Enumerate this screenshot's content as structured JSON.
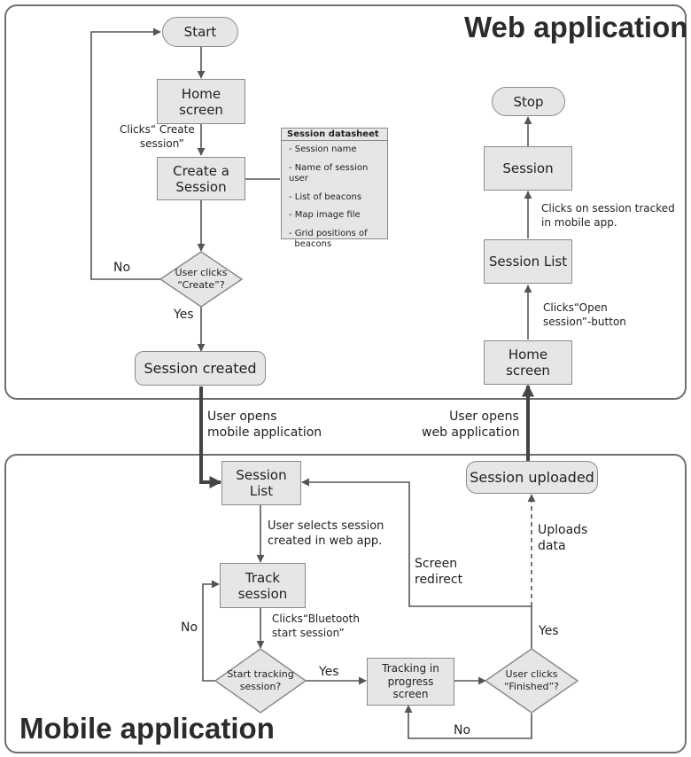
{
  "web_app": {
    "title": "Web application",
    "start": "Start",
    "home_screen": "Home\nscreen",
    "clicks_create_session": "Clicks“ Create\n      session”",
    "create_session": "Create a\nSession",
    "user_clicks_create": "User clicks\n“Create”?",
    "no": "No",
    "yes": "Yes",
    "session_created": "Session created",
    "datasheet": {
      "title": "Session datasheet",
      "items": [
        "- Session name",
        "- Name of session user",
        "- List of beacons",
        "- Map image file",
        "- Grid positions of\n  beacons"
      ]
    },
    "stop": "Stop",
    "session": "Session",
    "clicks_on_session_tracked": "Clicks on session tracked\nin mobile app.",
    "session_list": "Session List",
    "clicks_open_session": "Clicks“Open\nsession”-button",
    "home_screen_right": "Home\nscreen"
  },
  "transitions": {
    "user_opens_mobile": "User opens\nmobile application",
    "user_opens_web": "       User opens\nweb application"
  },
  "mobile_app": {
    "title": "Mobile application",
    "session_list": "Session List",
    "session_uploaded": "Session uploaded",
    "user_selects_session": "User selects session\ncreated in web app.",
    "track_session": "Track session",
    "clicks_bluetooth": "Clicks“Bluetooth\nstart session”",
    "no_left": "No",
    "start_tracking": "Start tracking\nsession?",
    "yes_mid": "Yes",
    "tracking_in_progress": "Tracking in\nprogress\nscreen",
    "user_clicks_finished": "User clicks\n“Finished”?",
    "no_bottom": "No",
    "yes_right": "Yes",
    "screen_redirect": "Screen\nredirect",
    "uploads_data": "Uploads\ndata"
  },
  "colors": {
    "box_fill": "#e6e6e6",
    "box_border": "#8a8a8a",
    "arrow": "#555555",
    "panel_border": "#6f6f6f"
  }
}
